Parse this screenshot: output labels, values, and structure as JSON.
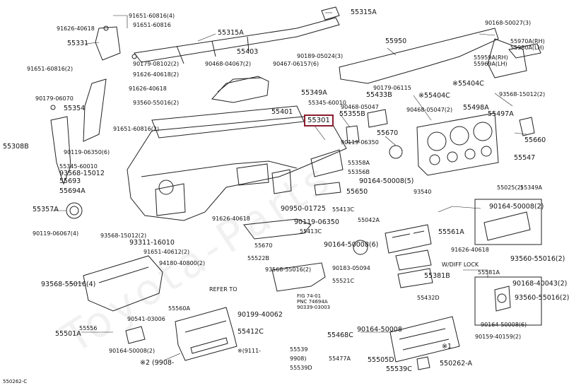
{
  "highlight_part": "55301",
  "watermark": "Toyota-Parts",
  "callouts": [
    {
      "id": "c01",
      "text": "91651-60816(4)"
    },
    {
      "id": "c02",
      "text": "55315A"
    },
    {
      "id": "c03",
      "text": "91626-40618"
    },
    {
      "id": "c04",
      "text": "91651-60816"
    },
    {
      "id": "c05",
      "text": "55315A"
    },
    {
      "id": "c06",
      "text": "90168-50027(3)"
    },
    {
      "id": "c07",
      "text": "55331"
    },
    {
      "id": "c08",
      "text": "55403"
    },
    {
      "id": "c09",
      "text": "55950"
    },
    {
      "id": "c10",
      "text": "55970A(RH)"
    },
    {
      "id": "c11",
      "text": "55980A(LH)"
    },
    {
      "id": "c12",
      "text": "90179-08102(2)"
    },
    {
      "id": "c13",
      "text": "90468-04067(2)"
    },
    {
      "id": "c14",
      "text": "90189-05024(3)"
    },
    {
      "id": "c15",
      "text": "55959A(RH)"
    },
    {
      "id": "c16",
      "text": "55969A(LH)"
    },
    {
      "id": "c17",
      "text": "91651-60816(2)"
    },
    {
      "id": "c18",
      "text": "91626-40618(2)"
    },
    {
      "id": "c19",
      "text": "90467-06157(6)"
    },
    {
      "id": "c20",
      "text": "91626-40618"
    },
    {
      "id": "c21",
      "text": "90179-06115"
    },
    {
      "id": "c22",
      "text": "※55404C"
    },
    {
      "id": "c23",
      "text": "90179-06070"
    },
    {
      "id": "c24",
      "text": "55349A"
    },
    {
      "id": "c25",
      "text": "55433B"
    },
    {
      "id": "c26",
      "text": "※55404C"
    },
    {
      "id": "c27",
      "text": "93568-15012(2)"
    },
    {
      "id": "c28",
      "text": "93560-55016(2)"
    },
    {
      "id": "c29",
      "text": "55345-60010"
    },
    {
      "id": "c30",
      "text": "55354"
    },
    {
      "id": "c31",
      "text": "55401"
    },
    {
      "id": "c32",
      "text": "90468-05047"
    },
    {
      "id": "c33",
      "text": "90468-05047(2)"
    },
    {
      "id": "c34",
      "text": "55498A"
    },
    {
      "id": "c35",
      "text": "55355B"
    },
    {
      "id": "c36",
      "text": "55497A"
    },
    {
      "id": "c37",
      "text": "91651-60816(2)"
    },
    {
      "id": "c38",
      "text": "55660"
    },
    {
      "id": "c39",
      "text": "55308B"
    },
    {
      "id": "c40",
      "text": "90119-06350"
    },
    {
      "id": "c41",
      "text": "55670"
    },
    {
      "id": "c42",
      "text": "90119-06350(6)"
    },
    {
      "id": "c43",
      "text": "55547"
    },
    {
      "id": "c44",
      "text": "55345-60010"
    },
    {
      "id": "c45",
      "text": "55358A"
    },
    {
      "id": "c46",
      "text": "93568-15012"
    },
    {
      "id": "c47",
      "text": "55356B"
    },
    {
      "id": "c48",
      "text": "55693"
    },
    {
      "id": "c49",
      "text": "90164-50008(5)"
    },
    {
      "id": "c50",
      "text": "93540"
    },
    {
      "id": "c51",
      "text": "55025(2)"
    },
    {
      "id": "c52",
      "text": "55349A"
    },
    {
      "id": "c53",
      "text": "55694A"
    },
    {
      "id": "c54",
      "text": "55650"
    },
    {
      "id": "c55",
      "text": "55357A"
    },
    {
      "id": "c56",
      "text": "90950-01725"
    },
    {
      "id": "c57",
      "text": "55413C"
    },
    {
      "id": "c58",
      "text": "90164-50008(2)"
    },
    {
      "id": "c59",
      "text": "90119-06067(4)"
    },
    {
      "id": "c60",
      "text": "91626-40618"
    },
    {
      "id": "c61",
      "text": "55042A"
    },
    {
      "id": "c62",
      "text": "90119-06350"
    },
    {
      "id": "c63",
      "text": "93568-15012(2)"
    },
    {
      "id": "c64",
      "text": "55413C"
    },
    {
      "id": "c65",
      "text": "55561A"
    },
    {
      "id": "c66",
      "text": "93311-16010"
    },
    {
      "id": "c67",
      "text": "55670"
    },
    {
      "id": "c68",
      "text": "90164-50008(6)"
    },
    {
      "id": "c69",
      "text": "91626-40618"
    },
    {
      "id": "c70",
      "text": "91651-40612(2)"
    },
    {
      "id": "c71",
      "text": "55522B"
    },
    {
      "id": "c72",
      "text": "93560-55016(2)"
    },
    {
      "id": "c73",
      "text": "94180-40800(2)"
    },
    {
      "id": "c74",
      "text": "93568-55016(2)"
    },
    {
      "id": "c75",
      "text": "90183-05094"
    },
    {
      "id": "c76",
      "text": "W/DIFF LOCK"
    },
    {
      "id": "c77",
      "text": "55581A"
    },
    {
      "id": "c78",
      "text": "93568-55016(4)"
    },
    {
      "id": "c79",
      "text": "55521C"
    },
    {
      "id": "c80",
      "text": "55381B"
    },
    {
      "id": "c81",
      "text": "90168-40043(2)"
    },
    {
      "id": "c82",
      "text": "REFER TO"
    },
    {
      "id": "c83",
      "text": "FIG 74-01"
    },
    {
      "id": "c84",
      "text": "PNC 74694A"
    },
    {
      "id": "c85",
      "text": "90339-03003"
    },
    {
      "id": "c86",
      "text": "55432D"
    },
    {
      "id": "c87",
      "text": "93560-55016(2)"
    },
    {
      "id": "c88",
      "text": "55560A"
    },
    {
      "id": "c89",
      "text": "90199-40062"
    },
    {
      "id": "c90",
      "text": "90541-03006"
    },
    {
      "id": "c91",
      "text": "55556"
    },
    {
      "id": "c92",
      "text": "55501A"
    },
    {
      "id": "c93",
      "text": "55412C"
    },
    {
      "id": "c94",
      "text": "55468C"
    },
    {
      "id": "c95",
      "text": "90164-50008"
    },
    {
      "id": "c96",
      "text": "90164-50008(6)"
    },
    {
      "id": "c97",
      "text": "90159-40159(2)"
    },
    {
      "id": "c98",
      "text": "90164-50008(2)"
    },
    {
      "id": "c99",
      "text": "※(9111-"
    },
    {
      "id": "c100",
      "text": "55539"
    },
    {
      "id": "c101",
      "text": "※1"
    },
    {
      "id": "c102",
      "text": "9908)"
    },
    {
      "id": "c103",
      "text": "55477A"
    },
    {
      "id": "c104",
      "text": "55505D"
    },
    {
      "id": "c105",
      "text": "※2 (9908-"
    },
    {
      "id": "c106",
      "text": "55539D"
    },
    {
      "id": "c107",
      "text": "55539C"
    },
    {
      "id": "c108",
      "text": "550262-A"
    },
    {
      "id": "c109",
      "text": "550262-C"
    }
  ]
}
